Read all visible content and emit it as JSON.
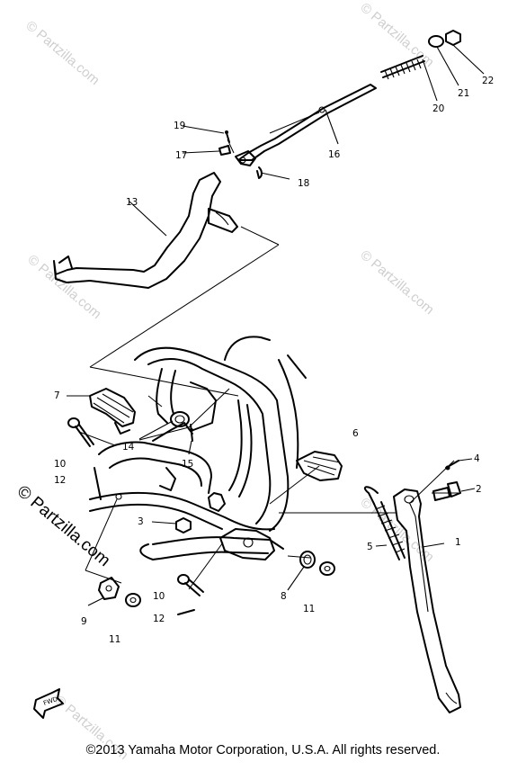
{
  "watermark": "© Partzilla.com",
  "fwd_label": "FWD",
  "copyright": "©2013  Yamaha Motor Corporation, U.S.A. All rights reserved.",
  "callouts": {
    "c1": "1",
    "c2": "2",
    "c3": "3",
    "c4": "4",
    "c5": "5",
    "c6": "6",
    "c7": "7",
    "c8": "8",
    "c9": "9",
    "c10a": "10",
    "c10b": "10",
    "c11a": "11",
    "c11b": "11",
    "c12a": "12",
    "c12b": "12",
    "c13": "13",
    "c14": "14",
    "c15": "15",
    "c16": "16",
    "c17": "17",
    "c18": "18",
    "c19": "19",
    "c20": "20",
    "c21": "21",
    "c22": "22"
  }
}
